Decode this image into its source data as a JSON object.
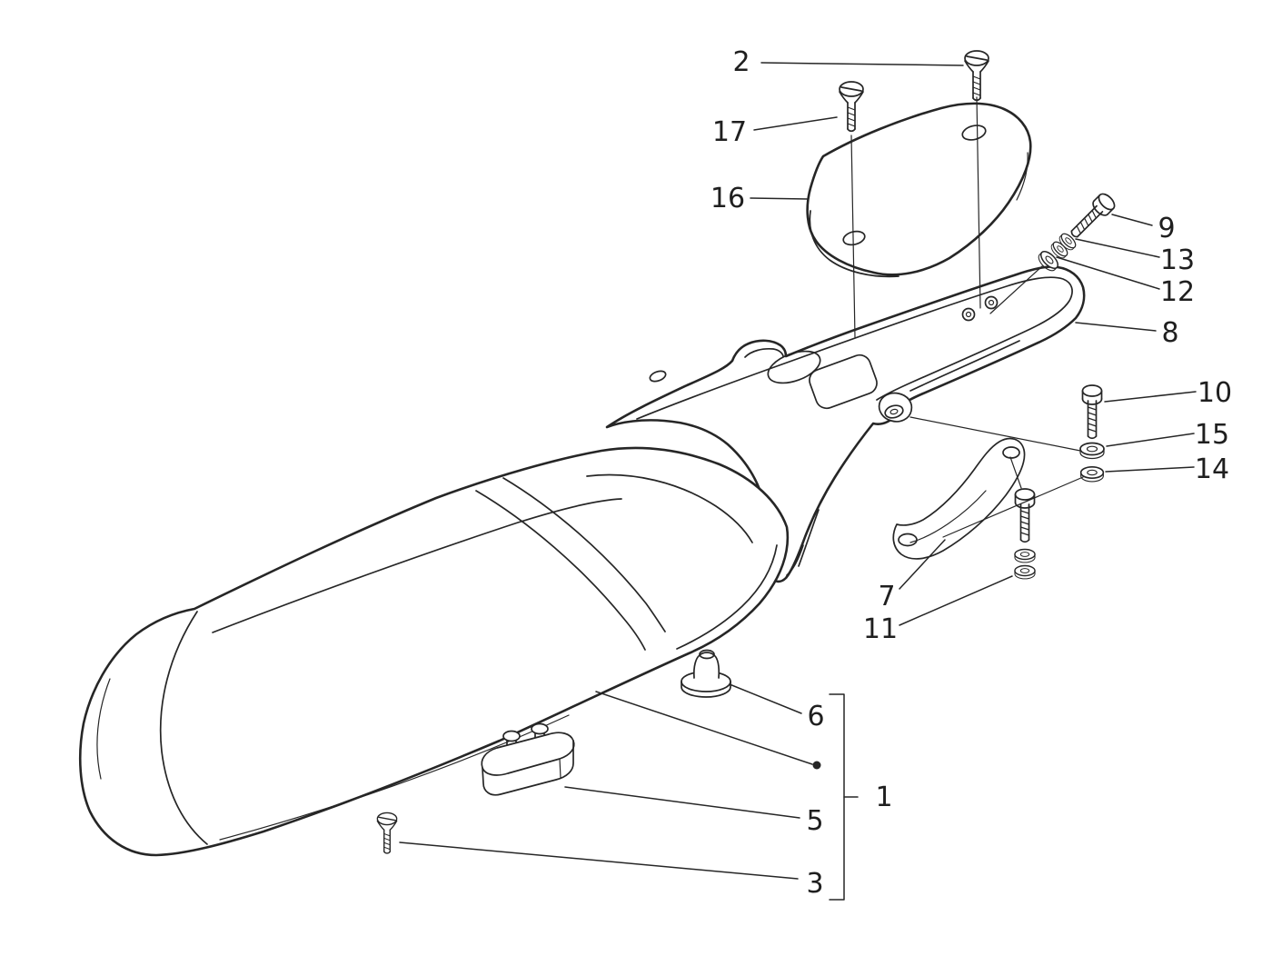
{
  "diagram": {
    "type": "exploded-parts-diagram",
    "background_color": "#ffffff",
    "line_color": "#262626",
    "callouts": {
      "c1": "1",
      "c2": "2",
      "c3": "3",
      "c5": "5",
      "c6": "6",
      "c7": "7",
      "c8": "8",
      "c9": "9",
      "c10": "10",
      "c11": "11",
      "c12": "12",
      "c13": "13",
      "c14": "14",
      "c15": "15",
      "c16": "16",
      "c17": "17"
    }
  }
}
